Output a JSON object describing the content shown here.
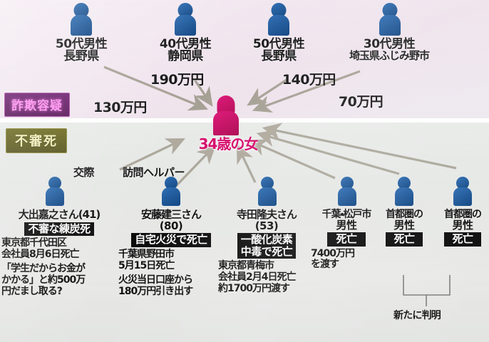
{
  "colors": {
    "male_icon": "#1a55a0",
    "female_icon": "#cf0f66",
    "fraud_badge_bg": "#5f1861",
    "fraud_badge_text": "#ff8ff0",
    "suspicious_badge_bg": "#5c591c",
    "suspicious_badge_text": "#f2eeb8",
    "cause_badge_bg": "#0c0c0c",
    "band_top": "#f1e6ef",
    "band_bottom": "#e7e9e7",
    "arrow": "#9e9a8c"
  },
  "center": {
    "icon": "female-person-icon",
    "label": "34歳の女"
  },
  "badges": {
    "fraud": "詐欺容疑",
    "suspicious_death": "不審死"
  },
  "top_section": {
    "senders": [
      {
        "icon": "male-person-icon",
        "line1": "50代男性",
        "line2": "長野県",
        "amount": "130万円"
      },
      {
        "icon": "male-person-icon",
        "line1": "40代男性",
        "line2": "静岡県",
        "amount": "190万円"
      },
      {
        "icon": "male-person-icon",
        "line1": "50代男性",
        "line2": "長野県",
        "amount": "140万円"
      },
      {
        "icon": "male-person-icon",
        "line1": "30代男性",
        "line2": "埼玉県ふじみ野市",
        "amount": "70万円"
      }
    ]
  },
  "relations": {
    "dating": "交際",
    "home_helper": "訪問ヘルパー"
  },
  "bottom_section": {
    "newly_found_label": "新たに判明",
    "victims": [
      {
        "icon": "male-person-icon",
        "name": "大出嘉之さん(41)",
        "age": "",
        "cause": "不審な練炭死",
        "detail": "東京都千代田区\n会社員8月6日死亡",
        "note": "「学生だからお金が\nかかる」と約500万\n円だまし取る?"
      },
      {
        "icon": "male-person-icon",
        "name": "安藤建三さん",
        "age": "(80)",
        "cause": "自宅火災で死亡",
        "detail": "千葉県野田市\n5月15日死亡",
        "note": "火災当日口座から\n180万円引き出す"
      },
      {
        "icon": "male-person-icon",
        "name": "寺田隆夫さん",
        "age": "(53)",
        "cause": "一酸化炭素\n中毒で死亡",
        "detail": "東京都青梅市\n会社員2月4日死亡\n約1700万円渡す",
        "note": ""
      },
      {
        "icon": "male-person-icon",
        "name": "千葉・松戸市",
        "age": "男性",
        "cause": "死亡",
        "detail": "7400万円\nを渡す",
        "note": ""
      },
      {
        "icon": "male-person-icon",
        "name": "首都圏の",
        "age": "男性",
        "cause": "死亡",
        "detail": "",
        "note": ""
      },
      {
        "icon": "male-person-icon",
        "name": "首都圏の",
        "age": "男性",
        "cause": "死亡",
        "detail": "",
        "note": ""
      }
    ]
  }
}
